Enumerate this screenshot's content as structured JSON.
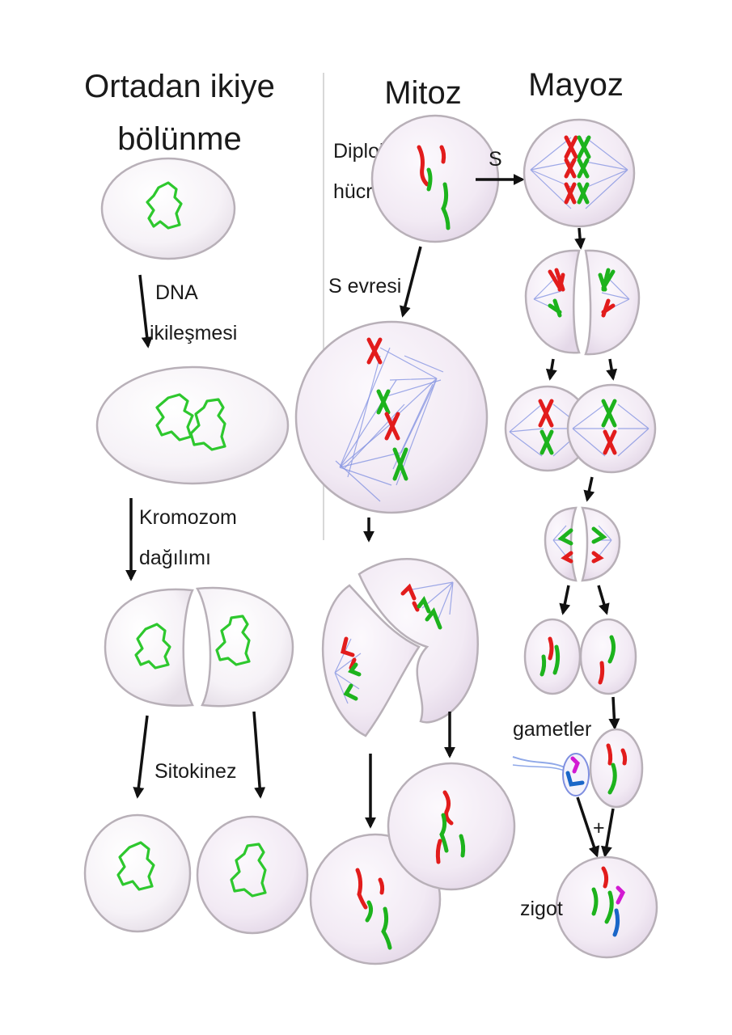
{
  "columns": {
    "binary": {
      "title_line1": "Ortadan ikiye",
      "title_line2": "bölünme"
    },
    "mitosis": {
      "title": "Mitoz"
    },
    "meiosis": {
      "title": "Mayoz"
    }
  },
  "labels": {
    "dna_line1": "DNA",
    "dna_line2": "ikileşmesi",
    "kromozom_line1": "Kromozom",
    "kromozom_line2": "dağılımı",
    "sitokinez": "Sitokinez",
    "diploid_line1": "Diploid",
    "diploid_line2": "hücre",
    "s": "S",
    "s_evresi": "S evresi",
    "gametler": "gametler",
    "plus": "+",
    "zigot": "zigot"
  },
  "colors": {
    "chromosome_red": "#e21c1c",
    "chromosome_green": "#1db31d",
    "chromosome_magenta": "#d21ad2",
    "chromosome_blue": "#1a66c8",
    "dna_loop": "#2ec82e",
    "spindle": "#7f8fe0"
  }
}
